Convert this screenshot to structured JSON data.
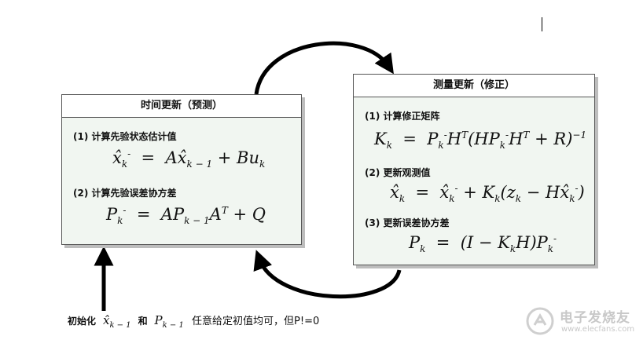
{
  "time_update": {
    "title": "时间更新（预测）",
    "step1": "(1) 计算先验状态估计值",
    "step2": "(2) 计算先验误差协方差"
  },
  "measurement_update": {
    "title": "测量更新（修正）",
    "step1": "(1) 计算修正矩阵",
    "step2": "(2) 更新观测值",
    "step3": "(3) 更新误差协方差"
  },
  "init": {
    "label": "初始化",
    "and": "和",
    "note": "任意给定初值均可，但P!=0"
  },
  "watermark": {
    "name": "电子发烧友",
    "url": "www.elecfans.com"
  },
  "colors": {
    "box_fill": "#f1f6f1",
    "border": "#555555",
    "shadow": "#bdbdbd"
  }
}
